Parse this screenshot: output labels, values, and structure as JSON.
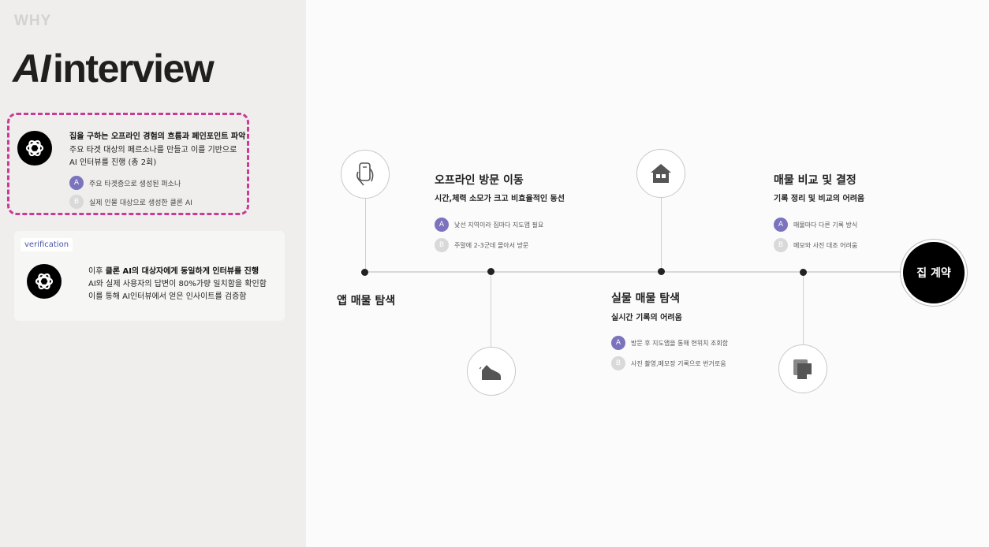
{
  "header": {
    "why": "WHY",
    "title_ai": "AI",
    "title_rest": "interview"
  },
  "card1": {
    "bold": "집을 구하는 오프라인 경험의 흐름과 페인포인트 파악",
    "line2": "주요 타겟 대상의 페르소나를 만들고 이를 기반으로",
    "line3": "AI 인터뷰를 진행 (총 2회)",
    "persona_a": {
      "badge": "A",
      "text": "주요 타겟층으로 생성된 퍼소나"
    },
    "persona_b": {
      "badge": "B",
      "text": "실제 인물 대상으로 생성한 클론 AI"
    }
  },
  "card2": {
    "tag": "verification",
    "t1_pre": "이후 ",
    "t1_bold": "클론 AI의 대상자에게 동일하게 인터뷰를 진행",
    "t2": "AI와 실제 사용자의 답변이 80%가량 일치함을 확인함",
    "t3": "이를 통해 AI인터뷰에서 얻은 인사이트를 검증함"
  },
  "timeline": {
    "stage1": {
      "title": "앱 매물 탐색"
    },
    "stage2": {
      "title": "오프라인 방문 이동",
      "sub": "시간,체력 소모가 크고 비효율적인 동선",
      "a": {
        "badge": "A",
        "text": "낯선 지역이라 집마다 지도앱 필요"
      },
      "b": {
        "badge": "B",
        "text": "주말에 2-3군데 몰아서 방문"
      }
    },
    "stage3": {
      "title": "실물 매물 탐색",
      "sub": "실시간 기록의 어려움",
      "a": {
        "badge": "A",
        "text": "방문 후 지도앱을 통해 현위치 조회함"
      },
      "b": {
        "badge": "B",
        "text": "사진 촬영,메모장 기록으로 번거로움"
      }
    },
    "stage4": {
      "title": "매물 비교 및 결정",
      "sub": "기록 정리 및 비교의 어려움",
      "a": {
        "badge": "A",
        "text": "매물마다 다른 기록 방식"
      },
      "b": {
        "badge": "B",
        "text": "메모와 사진 대조 어려움"
      }
    },
    "final": "집 계약",
    "icons": [
      "phone-hand-icon",
      "sneaker-icon",
      "house-icon",
      "notes-icon",
      "openai-logo-icon"
    ]
  },
  "colors": {
    "accent_dashed": "#c93b96",
    "badge_a": "#7b73bd",
    "badge_b": "#d9d9d9",
    "verification_text": "#4b53a8"
  }
}
